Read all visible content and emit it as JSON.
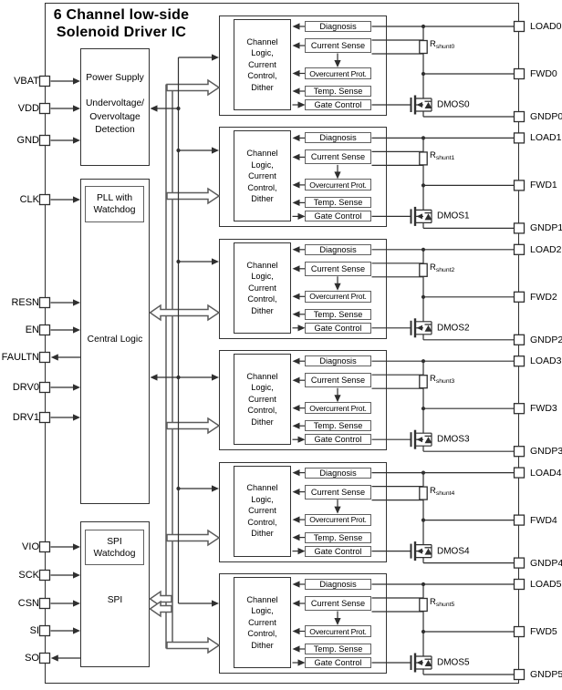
{
  "title": {
    "line1": "6 Channel low-side",
    "line2": "Solenoid Driver IC"
  },
  "blocks": {
    "power_supply": {
      "title": "Power Supply",
      "sub_lines": [
        "Undervoltage/",
        "Overvoltage",
        "Detection"
      ]
    },
    "pll": {
      "lines": [
        "PLL with",
        "Watchdog"
      ]
    },
    "central_logic": {
      "label": "Central Logic"
    },
    "spi_watchdog": {
      "lines": [
        "SPI",
        "Watchdog"
      ]
    },
    "spi": {
      "label": "SPI"
    }
  },
  "left_pins": [
    {
      "label": "VBAT",
      "direction": "input"
    },
    {
      "label": "VDD",
      "direction": "input"
    },
    {
      "label": "GND",
      "direction": "input"
    },
    {
      "label": "CLK",
      "direction": "input"
    },
    {
      "label": "RESN",
      "direction": "input"
    },
    {
      "label": "EN",
      "direction": "input"
    },
    {
      "label": "FAULTN",
      "direction": "output"
    },
    {
      "label": "DRV0",
      "direction": "input"
    },
    {
      "label": "DRV1",
      "direction": "input"
    },
    {
      "label": "VIO",
      "direction": "input"
    },
    {
      "label": "SCK",
      "direction": "input"
    },
    {
      "label": "CSN",
      "direction": "input"
    },
    {
      "label": "SI",
      "direction": "input"
    },
    {
      "label": "SO",
      "direction": "output"
    }
  ],
  "channel_template": {
    "logic_lines": [
      "Channel Logic,",
      "Current Control,",
      "Dither"
    ],
    "sub_blocks": [
      "Diagnosis",
      "Current Sense",
      "Overcurrent Prot.",
      "Temp. Sense",
      "Gate Control"
    ]
  },
  "channels": [
    {
      "load": "LOAD0",
      "fwd": "FWD0",
      "gndp": "GNDP0",
      "dmos": "DMOS0",
      "shunt_base": "R",
      "shunt_sub": "shunt0"
    },
    {
      "load": "LOAD1",
      "fwd": "FWD1",
      "gndp": "GNDP1",
      "dmos": "DMOS1",
      "shunt_base": "R",
      "shunt_sub": "shunt1"
    },
    {
      "load": "LOAD2",
      "fwd": "FWD2",
      "gndp": "GNDP2",
      "dmos": "DMOS2",
      "shunt_base": "R",
      "shunt_sub": "shunt2"
    },
    {
      "load": "LOAD3",
      "fwd": "FWD3",
      "gndp": "GNDP3",
      "dmos": "DMOS3",
      "shunt_base": "R",
      "shunt_sub": "shunt3"
    },
    {
      "load": "LOAD4",
      "fwd": "FWD4",
      "gndp": "GNDP4",
      "dmos": "DMOS4",
      "shunt_base": "R",
      "shunt_sub": "shunt4"
    },
    {
      "load": "LOAD5",
      "fwd": "FWD5",
      "gndp": "GNDP5",
      "dmos": "DMOS5",
      "shunt_base": "R",
      "shunt_sub": "shunt5"
    }
  ],
  "colors": {
    "background": "#ffffff",
    "wire": "#2f2f2f",
    "bus": "#5c5c5c",
    "box_border": "#333333",
    "subbox_border": "#606060",
    "text": "#000000"
  }
}
